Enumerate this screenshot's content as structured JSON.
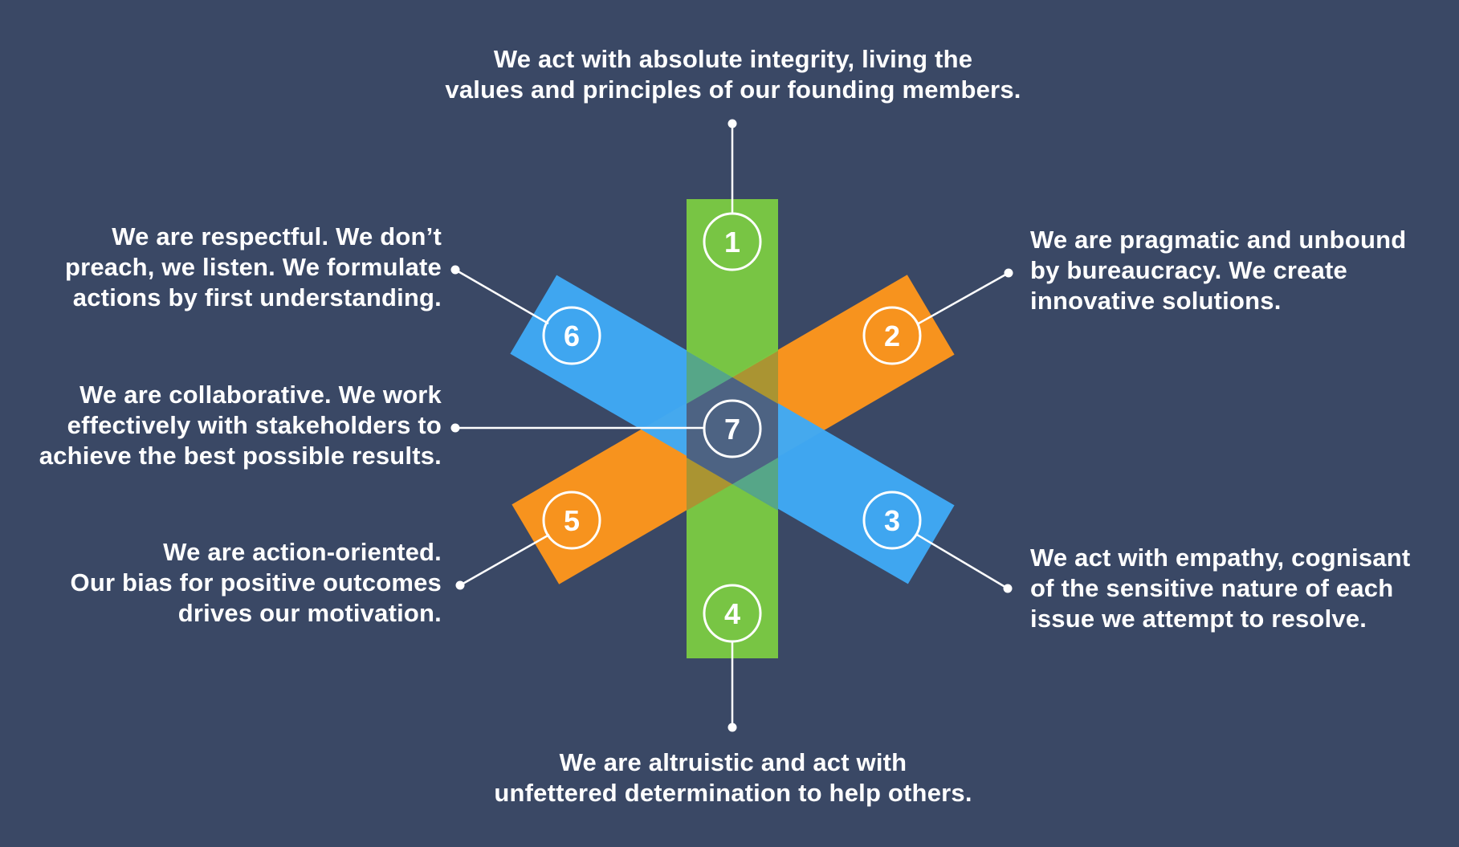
{
  "colors": {
    "background": "#3a4865",
    "green": "#7ac943",
    "orange": "#f7931e",
    "blue": "#3fa9f5",
    "text": "#ffffff"
  },
  "values": [
    {
      "number": "1",
      "lines": [
        "We act with absolute integrity, living the",
        "values and principles of our founding members."
      ]
    },
    {
      "number": "2",
      "lines": [
        "We are pragmatic and unbound",
        "by bureaucracy. We create",
        "innovative solutions."
      ]
    },
    {
      "number": "3",
      "lines": [
        "We act with empathy, cognisant",
        "of the sensitive nature of each",
        "issue we attempt to resolve."
      ]
    },
    {
      "number": "4",
      "lines": [
        "We are altruistic and act with",
        "unfettered determination to help others."
      ]
    },
    {
      "number": "5",
      "lines": [
        "We are action-oriented.",
        "Our bias for positive outcomes",
        "drives our motivation."
      ]
    },
    {
      "number": "6",
      "lines": [
        "We are respectful. We don’t",
        "preach, we listen. We formulate",
        "actions by first understanding."
      ]
    },
    {
      "number": "7",
      "lines": [
        "We are collaborative. We work",
        "effectively with stakeholders to",
        "achieve the best possible results."
      ]
    }
  ]
}
